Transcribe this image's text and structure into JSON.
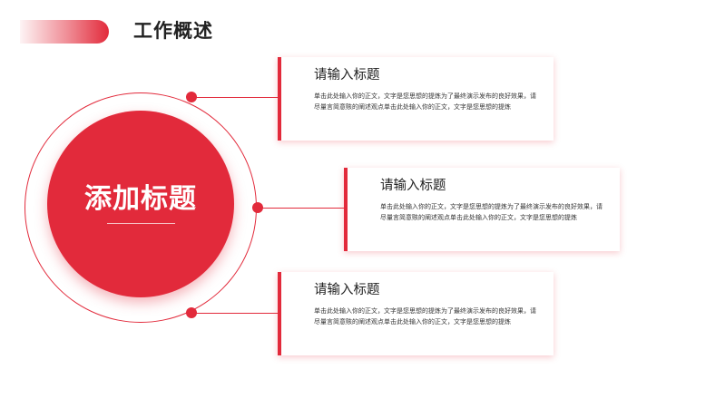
{
  "header": {
    "title": "工作概述"
  },
  "circle": {
    "title": "添加标题"
  },
  "cards": [
    {
      "title": "请输入标题",
      "body": "单击此处输入你的正文，文字是您思想的提炼为了最终演示发布的良好效果，请尽量言简意赅的阐述观点单击此处输入你的正文，文字是您思想的提炼"
    },
    {
      "title": "请输入标题",
      "body": "单击此处输入你的正文，文字是您思想的提炼为了最终演示发布的良好效果，请尽量言简意赅的阐述观点单击此处输入你的正文，文字是您思想的提炼"
    },
    {
      "title": "请输入标题",
      "body": "单击此处输入你的正文，文字是您思想的提炼为了最终演示发布的良好效果，请尽量言简意赅的阐述观点单击此处输入你的正文，文字是您思想的提炼"
    }
  ],
  "colors": {
    "accent": "#e22a3b"
  }
}
